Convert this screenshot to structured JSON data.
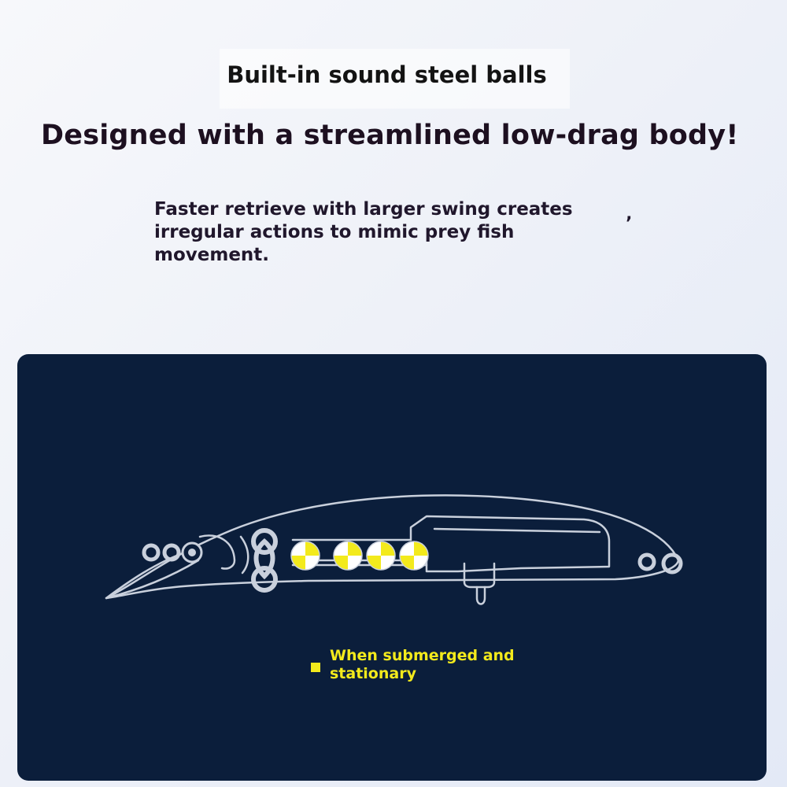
{
  "header": {
    "title": "Built-in sound steel balls",
    "subtitle": "Designed with a streamlined low-drag body!",
    "description": "Faster retrieve with larger swing creates irregular actions to mimic prey fish movement.",
    "stray_mark": "’"
  },
  "diagram": {
    "background_color": "#0b1e3b",
    "outline_color": "#c9d0dc",
    "ball_color": "#f3ea1c",
    "ball_count": 4,
    "legend": {
      "label": "When submerged and stationary",
      "color": "#f3ea1c"
    }
  }
}
